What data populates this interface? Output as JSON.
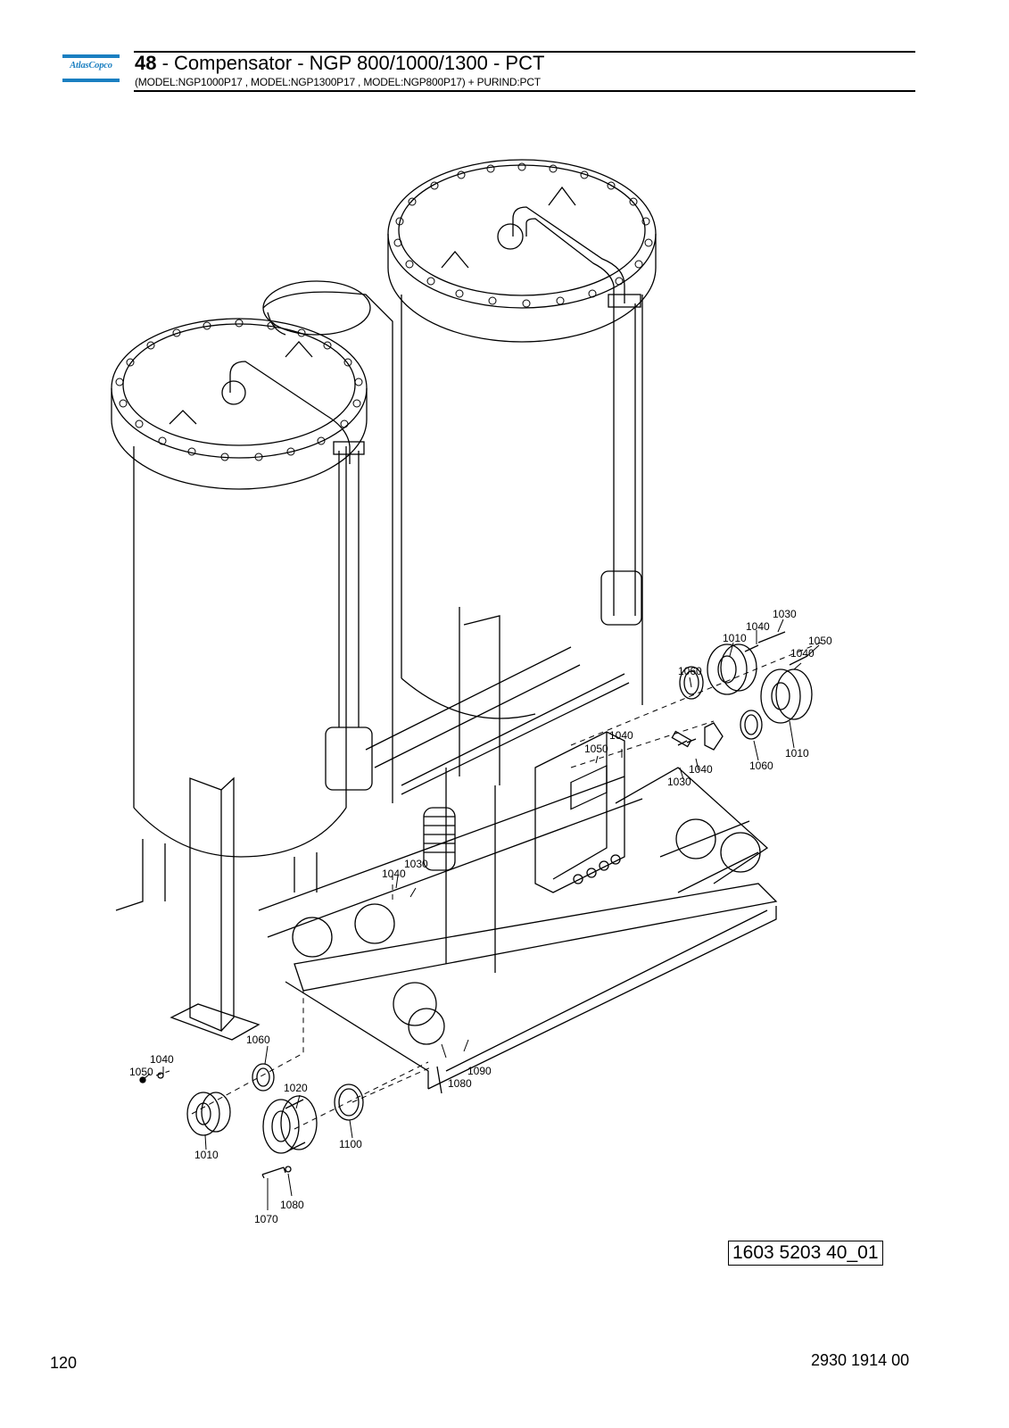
{
  "brand": {
    "logo_text": "AtlasCopco",
    "color": "#1a7fc1"
  },
  "header": {
    "section_number": "48",
    "title": " - Compensator - NGP 800/1000/1300 - PCT",
    "subtitle": "(MODEL:NGP1000P17 , MODEL:NGP1300P17 , MODEL:NGP800P17) + PURIND:PCT"
  },
  "drawing": {
    "callouts": [
      {
        "id": "c-1030-a",
        "label": "1030"
      },
      {
        "id": "c-1040-a",
        "label": "1040"
      },
      {
        "id": "c-1010-a",
        "label": "1010"
      },
      {
        "id": "c-1050-a",
        "label": "1050"
      },
      {
        "id": "c-1040-b",
        "label": "1040"
      },
      {
        "id": "c-1060-a",
        "label": "1060"
      },
      {
        "id": "c-1040-c",
        "label": "1040"
      },
      {
        "id": "c-1050-b",
        "label": "1050"
      },
      {
        "id": "c-1040-d",
        "label": "1040"
      },
      {
        "id": "c-1030-b",
        "label": "1030"
      },
      {
        "id": "c-1060-b",
        "label": "1060"
      },
      {
        "id": "c-1010-b",
        "label": "1010"
      },
      {
        "id": "c-1030-c",
        "label": "1030"
      },
      {
        "id": "c-1040-e",
        "label": "1040"
      },
      {
        "id": "c-1060-c",
        "label": "1060"
      },
      {
        "id": "c-1040-f",
        "label": "1040"
      },
      {
        "id": "c-1050-c",
        "label": "1050"
      },
      {
        "id": "c-1020",
        "label": "1020"
      },
      {
        "id": "c-1090",
        "label": "1090"
      },
      {
        "id": "c-1080-a",
        "label": "1080"
      },
      {
        "id": "c-1100",
        "label": "1100"
      },
      {
        "id": "c-1010-c",
        "label": "1010"
      },
      {
        "id": "c-1080-b",
        "label": "1080"
      },
      {
        "id": "c-1070",
        "label": "1070"
      }
    ]
  },
  "document_number": "1603 5203 40_01",
  "footer": {
    "page_number": "120",
    "part_number": "2930 1914 00"
  }
}
